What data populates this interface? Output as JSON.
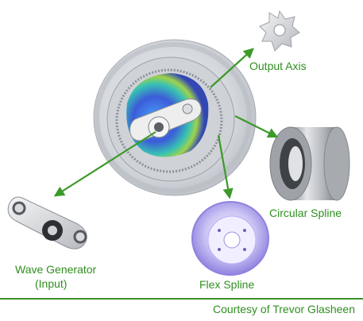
{
  "labels": {
    "output_axis": "Output Axis",
    "circular_spline": "Circular Spline",
    "flex_spline": "Flex Spline",
    "wave_generator_line1": "Wave Generator",
    "wave_generator_line2": "(Input)"
  },
  "footer": {
    "credit": "Courtesy of Trevor Glasheen"
  },
  "colors": {
    "label_green": "#2f8f1f",
    "arrow_green": "#3c9a2a",
    "flex_spline_purple": "#9b8fe0",
    "assembly_grey": "#c8cbd1"
  },
  "icons": {
    "output_axis_part": "star-gear-icon",
    "circular_spline_part": "ring-cylinder-icon",
    "flex_spline_part": "flex-cup-icon",
    "wave_generator_part": "elliptical-cam-icon"
  }
}
